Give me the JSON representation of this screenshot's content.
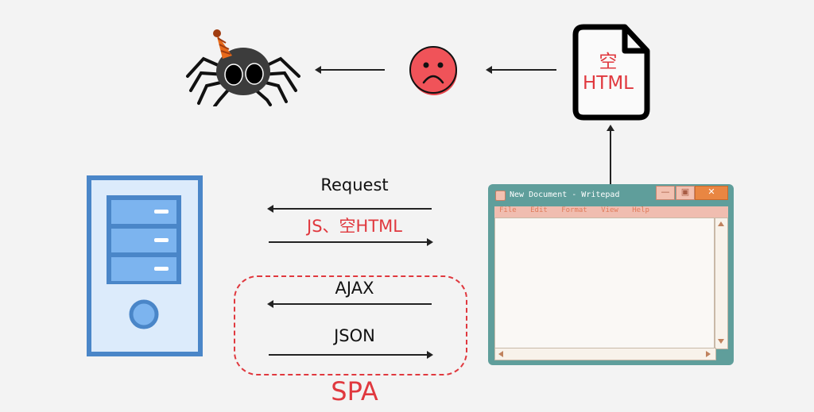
{
  "top_row": {
    "document_icon_text_line1": "空",
    "document_icon_text_line2": "HTML"
  },
  "flows": {
    "request_label": "Request",
    "response_label": "JS、空HTML",
    "ajax_label": "AJAX",
    "json_label": "JSON",
    "spa_label": "SPA"
  },
  "writepad": {
    "title": "New Document - Writepad",
    "menu": [
      "File",
      "Edit",
      "Format",
      "View",
      "Help"
    ],
    "minimize": "—",
    "maximize": "▣",
    "close": "✕"
  },
  "colors": {
    "accent_red": "#e0383e",
    "server_blue": "#4a86c8",
    "window_teal": "#5f9e9b"
  }
}
